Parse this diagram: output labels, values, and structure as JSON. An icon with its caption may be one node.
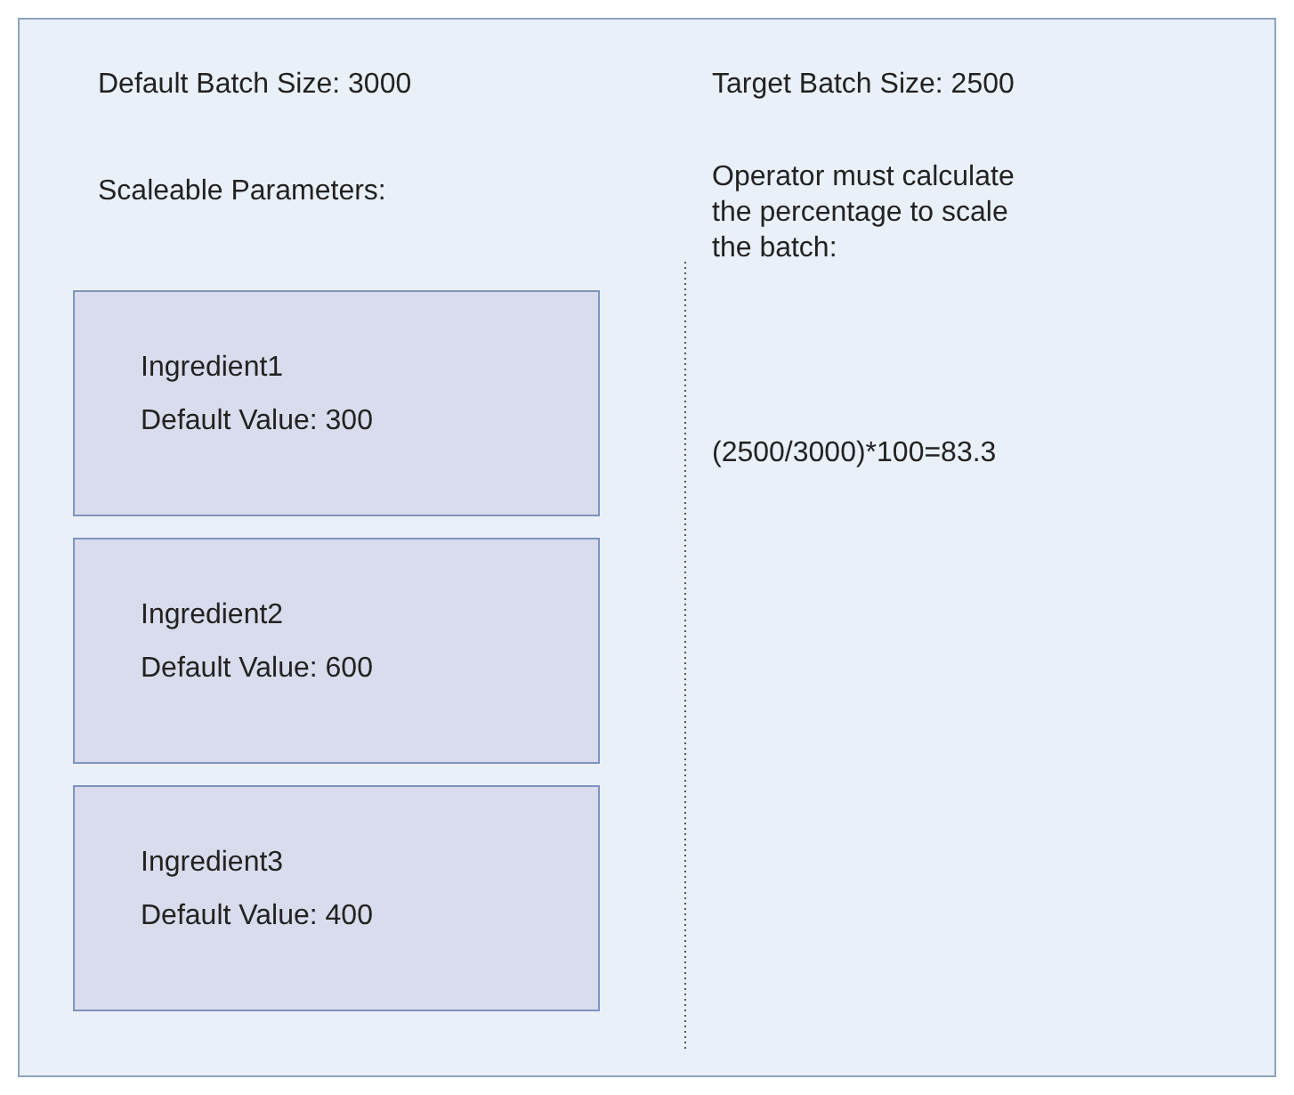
{
  "diagram": {
    "nodes": [
      {
        "text": [],
        "shape": "box"
      },
      {
        "text": [
          "Ingredient1",
          "Default Value: 300"
        ],
        "in": 0
      },
      {
        "text": [
          "Ingredient2",
          "Default Value: 600"
        ],
        "in": 0
      },
      {
        "text": [
          "Ingredient3",
          "Default Value: 400"
        ],
        "in": 0
      }
    ],
    "labels": [
      "Default Batch Size: 3000",
      "Target Batch Size: 2500",
      "Scaleable Parameters:",
      "Operator must calculate the percentage to scale the batch:",
      "(2500/3000)*100=83.3"
    ]
  }
}
